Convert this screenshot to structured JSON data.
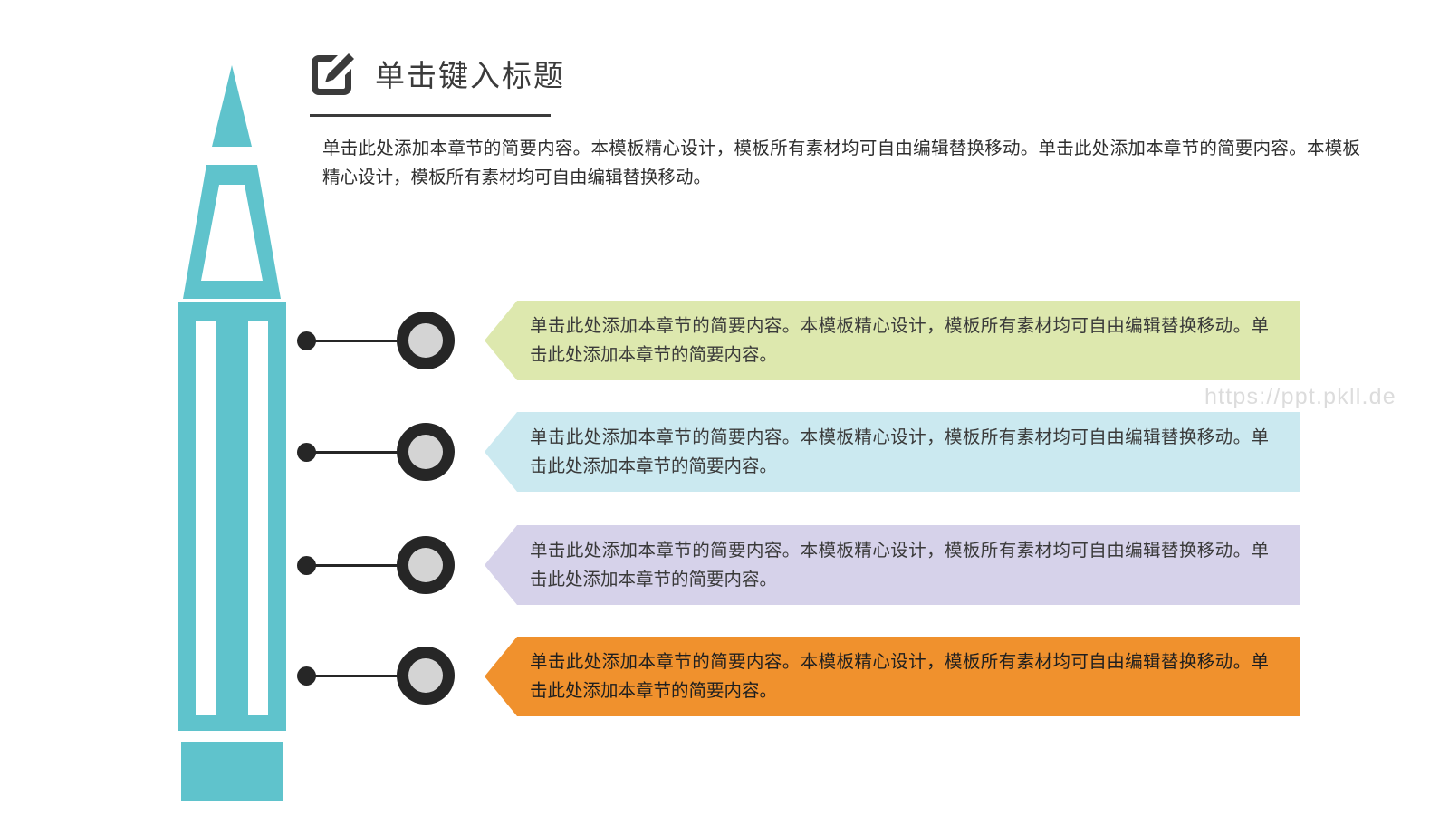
{
  "header": {
    "icon": "edit-pencil-square-icon",
    "title": "单击键入标题",
    "subtitle": "单击此处添加本章节的简要内容。本模板精心设计，模板所有素材均可自由编辑替换移动。单击此处添加本章节的简要内容。本模板精心设计，模板所有素材均可自由编辑替换移动。"
  },
  "pencil": {
    "icon": "pencil-illustration",
    "color": "#5FC3CC"
  },
  "connectors": [
    {
      "dot": "connector-dot",
      "ring": "connector-ring"
    },
    {
      "dot": "connector-dot",
      "ring": "connector-ring"
    },
    {
      "dot": "connector-dot",
      "ring": "connector-ring"
    },
    {
      "dot": "connector-dot",
      "ring": "connector-ring"
    }
  ],
  "banners": [
    {
      "text": "单击此处添加本章节的简要内容。本模板精心设计，模板所有素材均可自由编辑替换移动。单击此处添加本章节的简要内容。",
      "bg": "#DDE8AE",
      "fg": "#3a3a3a"
    },
    {
      "text": "单击此处添加本章节的简要内容。本模板精心设计，模板所有素材均可自由编辑替换移动。单击此处添加本章节的简要内容。",
      "bg": "#CBE9F0",
      "fg": "#3a3a3a"
    },
    {
      "text": "单击此处添加本章节的简要内容。本模板精心设计，模板所有素材均可自由编辑替换移动。单击此处添加本章节的简要内容。",
      "bg": "#D6D2EA",
      "fg": "#3a3a3a"
    },
    {
      "text": "单击此处添加本章节的简要内容。本模板精心设计，模板所有素材均可自由编辑替换移动。单击此处添加本章节的简要内容。",
      "bg": "#F0912D",
      "fg": "#1f1f1f"
    }
  ],
  "watermark": "https://ppt.pkll.de"
}
